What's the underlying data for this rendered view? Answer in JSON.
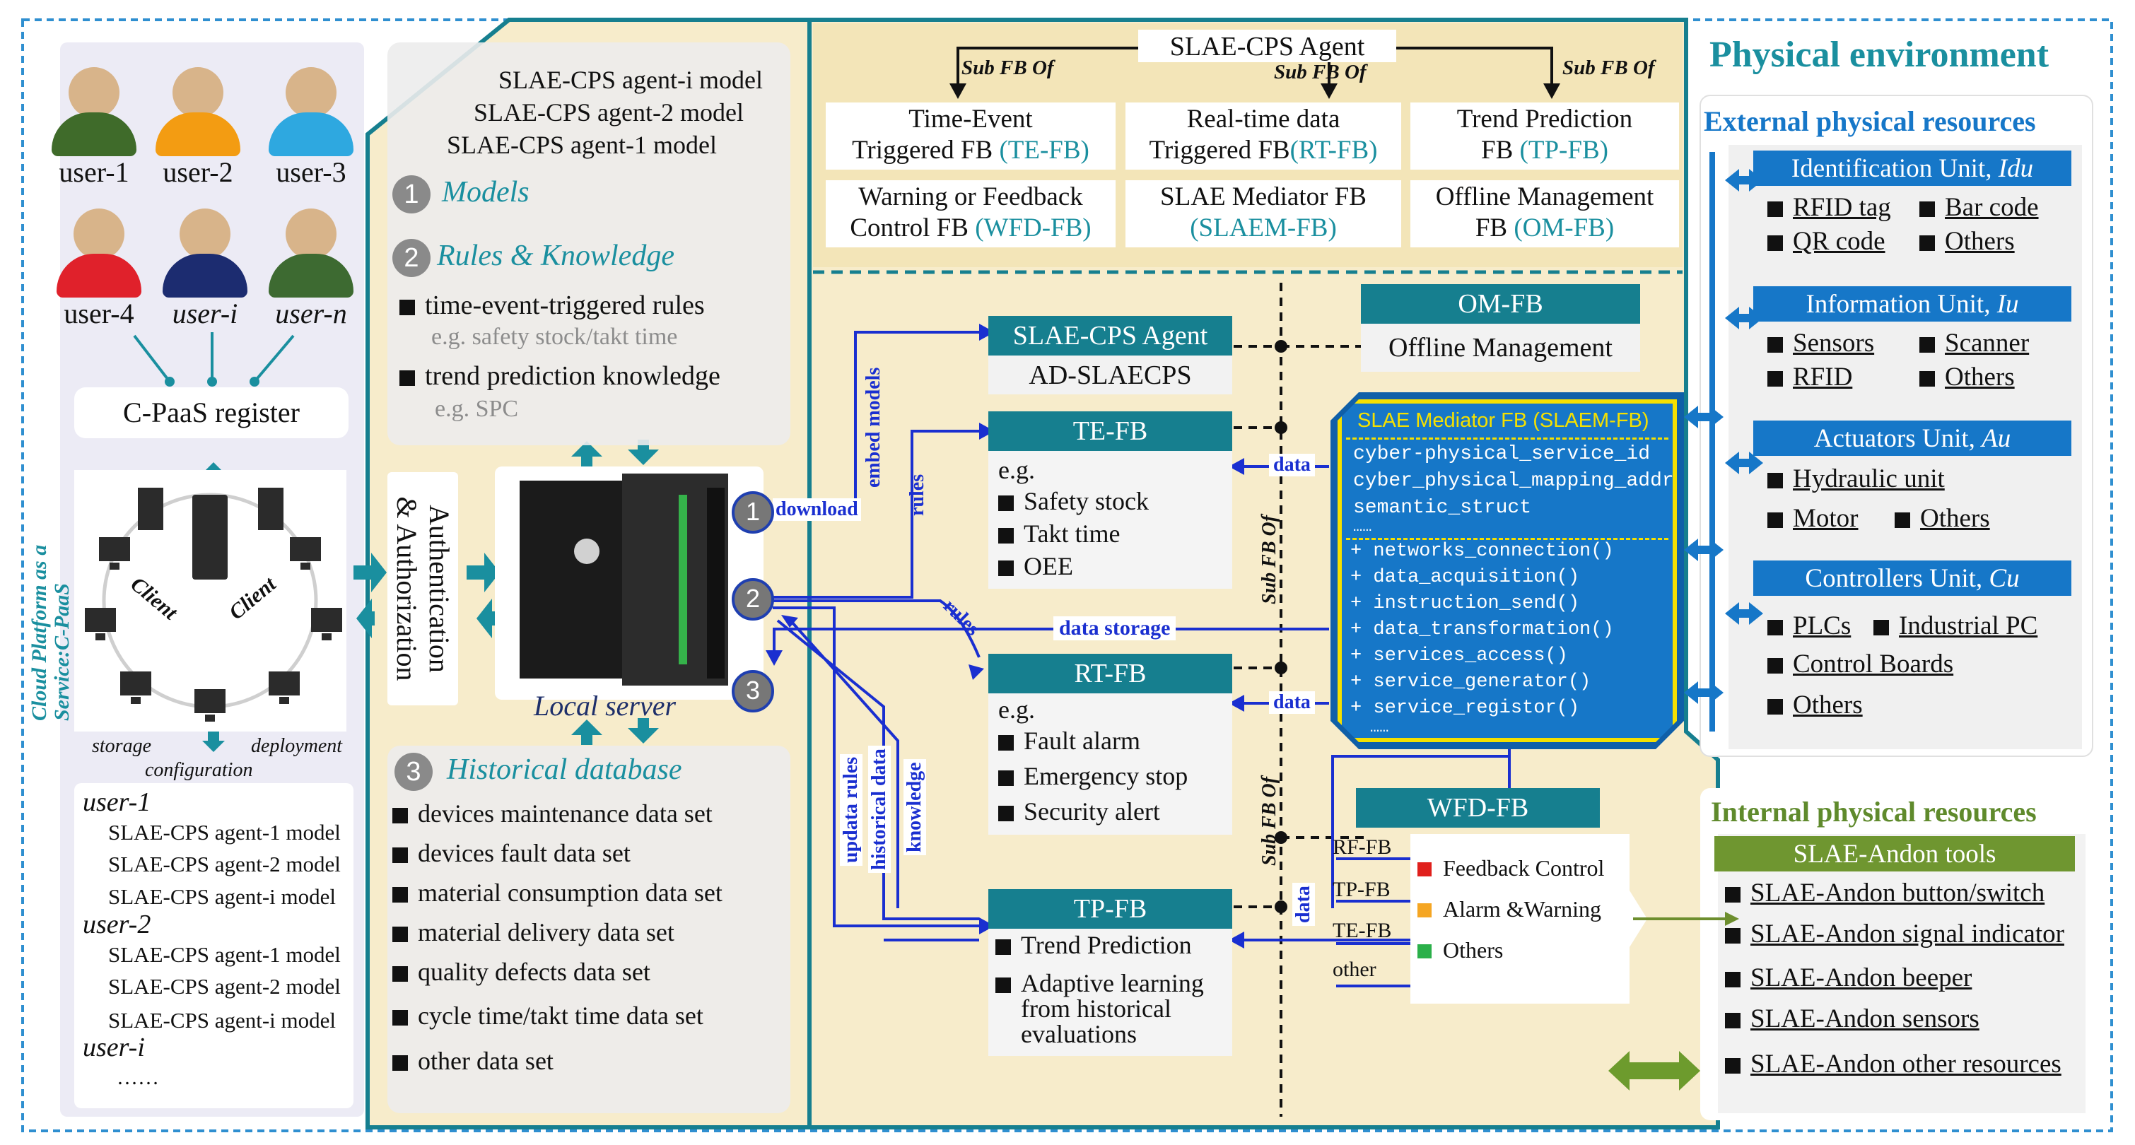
{
  "cloud": {
    "side_label_1": "Cloud Platform as a",
    "side_label_2": "Service:C-PaaS",
    "users": [
      {
        "label": "user-1",
        "color": "#3f6b2a"
      },
      {
        "label": "user-2",
        "color": "#f39c12"
      },
      {
        "label": "user-3",
        "color": "#2ea8e0"
      },
      {
        "label": "user-4",
        "color": "#e0212b"
      },
      {
        "label": "user-i",
        "color": "#1c2c70"
      },
      {
        "label": "user-n",
        "color": "#3d6a31"
      }
    ],
    "register": "C-PaaS register",
    "client_1": "Client",
    "client_2": "Client",
    "storage": "storage",
    "deployment": "deployment",
    "configuration": "configuration",
    "user_models": [
      {
        "user": "user-1",
        "models": [
          "SLAE-CPS agent-1 model",
          "SLAE-CPS agent-2 model",
          "SLAE-CPS agent-i model"
        ]
      },
      {
        "user": "user-2",
        "models": [
          "SLAE-CPS agent-1 model",
          "SLAE-CPS agent-2 model",
          "SLAE-CPS agent-i model"
        ]
      },
      {
        "user": "user-i",
        "models": []
      }
    ],
    "ellipsis": "……"
  },
  "auth": {
    "line1": "Authentication",
    "line2": "& Authorization"
  },
  "local": {
    "model_lines": [
      "SLAE-CPS agent-i model",
      "SLAE-CPS agent-2 model",
      "SLAE-CPS agent-1 model"
    ],
    "models_num": "1",
    "models_title": "Models",
    "rules_num": "2",
    "rules_title": "Rules & Knowledge",
    "rule1": "time-event-triggered rules",
    "rule1_eg": "e.g. safety stock/takt time",
    "rule2": "trend prediction knowledge",
    "rule2_eg": "e.g. SPC",
    "server_label": "Local server",
    "hist_num": "3",
    "hist_title": "Historical database",
    "hist_items": [
      "devices maintenance data set",
      "devices fault data set",
      "material consumption data set",
      "material delivery data set",
      "quality defects data set",
      "cycle time/takt time data set",
      "other data set"
    ],
    "circle_1": "1",
    "circle_2": "2",
    "circle_3": "3"
  },
  "agent": {
    "title": "SLAE-CPS Agent",
    "sub_fb_of": "Sub FB Of",
    "fbs": [
      {
        "l1": "Time-Event",
        "l2a": "Triggered FB ",
        "l2b": "(TE-FB)"
      },
      {
        "l1": "Real-time data",
        "l2a": "Triggered FB",
        "l2b": "(RT-FB)"
      },
      {
        "l1": "Trend Prediction",
        "l2a": "FB ",
        "l2b": "(TP-FB)"
      },
      {
        "l1": "Warning or Feedback",
        "l2a": "Control FB ",
        "l2b": "(WFD-FB)"
      },
      {
        "l1": "SLAE Mediator FB",
        "l2a": "",
        "l2b": "(SLAEM-FB)"
      },
      {
        "l1": "Offline Management",
        "l2a": "FB ",
        "l2b": "(OM-FB)"
      }
    ]
  },
  "lower": {
    "ad_title": "SLAE-CPS Agent",
    "ad_sub": "AD-SLAECPS",
    "om_title": "OM-FB",
    "om_sub": "Offline Management",
    "te_title": "TE-FB",
    "te_items": [
      "e.g.",
      "Safety stock",
      "Takt time",
      "OEE"
    ],
    "rt_title": "RT-FB",
    "rt_items": [
      "e.g.",
      "Fault alarm",
      "Emergency stop",
      "Security alert"
    ],
    "tp_title": "TP-FB",
    "tp_item1": "Trend Prediction",
    "tp_item2": [
      "Adaptive learning",
      "from historical",
      "evaluations"
    ],
    "wfd_title": "WFD-FB",
    "wfd_inputs": [
      "RF-FB",
      "TP-FB",
      "TE-FB",
      "other"
    ],
    "wfd_outputs": [
      {
        "label": "Feedback Control",
        "color": "#e0201c"
      },
      {
        "label": "Alarm &Warning",
        "color": "#f5a623"
      },
      {
        "label": "Others",
        "color": "#2bb04a"
      }
    ],
    "mediator_title": "SLAE Mediator  FB (SLAEM-FB)",
    "mediator_attrs": [
      "cyber-physical_service_id",
      "cyber_physical_mapping_addr",
      "semantic_struct",
      "……"
    ],
    "mediator_methods": [
      "+ networks_connection()",
      "+ data_acquisition()",
      "+ instruction_send()",
      "+ data_transformation()",
      "+ services_access()",
      "+ service_generator()",
      "+ service_registor()",
      "……"
    ],
    "arrows": {
      "download": "download",
      "embed_models": "embed models",
      "rules_1": "rules",
      "rules_2": "rules",
      "data_storage": "data storage",
      "updata_rules": "updata rules",
      "historical_data": "historical data",
      "knowledge": "knowledge",
      "data_1": "data",
      "data_2": "data",
      "data_3": "data",
      "sub_fb_of_1": "Sub FB Of",
      "sub_fb_of_2": "Sub FB Of"
    }
  },
  "physical": {
    "title": "Physical environment",
    "external_title": "External physical resources",
    "units": [
      {
        "title_a": "Identification Unit, ",
        "title_b": "Idu",
        "rows": [
          [
            "RFID tag",
            "Bar code"
          ],
          [
            "QR code",
            "Others"
          ]
        ]
      },
      {
        "title_a": "Information Unit, ",
        "title_b": "Iu",
        "rows": [
          [
            "Sensors",
            "Scanner"
          ],
          [
            "RFID",
            "Others"
          ]
        ]
      },
      {
        "title_a": "Actuators Unit, ",
        "title_b": "Au",
        "rows": [
          [
            "Hydraulic unit"
          ],
          [
            "Motor",
            "Others"
          ]
        ]
      },
      {
        "title_a": "Controllers Unit, ",
        "title_b": "Cu",
        "rows": [
          [
            "PLCs",
            "Industrial PC"
          ],
          [
            "Control Boards"
          ],
          [
            "Others"
          ]
        ]
      }
    ],
    "internal_title": "Internal physical resources",
    "andon_title": "SLAE-Andon tools",
    "andon_items": [
      "SLAE-Andon button/switch",
      "SLAE-Andon signal indicator",
      "SLAE-Andon beeper",
      "SLAE-Andon sensors",
      "SLAE-Andon other resources"
    ]
  },
  "colors": {
    "teal": "#167f8f",
    "blue": "#1677c8",
    "arrow_blue": "#1a2fd0",
    "green": "#5f8a2c",
    "panel": "#f7eccb"
  }
}
